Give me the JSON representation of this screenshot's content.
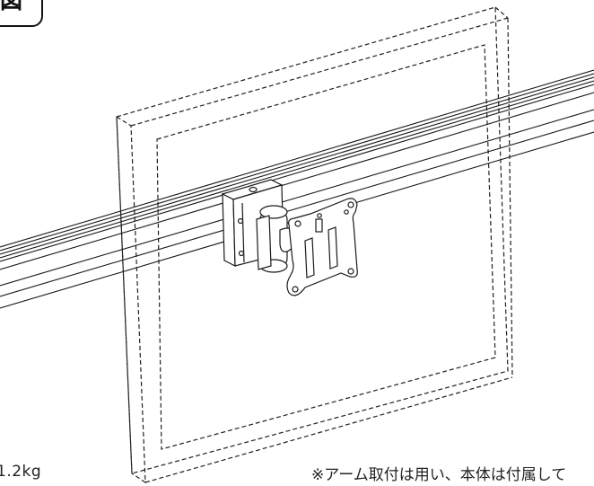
{
  "figure": {
    "badge_label": "図"
  },
  "captions": {
    "left": "1.2kg",
    "right": "※アーム取付は用い、本体は付属して"
  },
  "colors": {
    "line": "#1a1a1a",
    "dashed": "#222222",
    "background": "#ffffff"
  }
}
